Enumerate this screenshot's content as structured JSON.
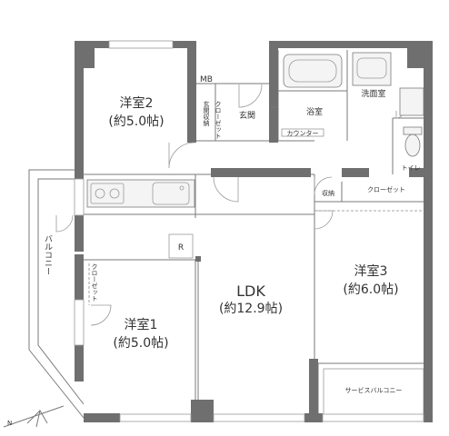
{
  "rooms": {
    "western2": {
      "name": "洋室2",
      "area": "(約5.0帖)"
    },
    "western1": {
      "name": "洋室1",
      "area": "(約5.0帖)"
    },
    "western3": {
      "name": "洋室3",
      "area": "(約6.0帖)"
    },
    "ldk": {
      "name": "LDK",
      "area": "(約12.9帖)"
    },
    "entrance": {
      "name": "玄関"
    },
    "bath": {
      "name": "浴室"
    },
    "washroom": {
      "name": "洗面室"
    },
    "toilet": {
      "name": "トイレ"
    }
  },
  "labels": {
    "mb": "MB",
    "closet_w2": "クローゼット",
    "shoe_storage": "玄関収納",
    "counter": "カウンター",
    "storage": "収納",
    "closet_w3": "クローゼット",
    "closet_w1": "クローゼット",
    "balcony": "バルコニー",
    "service_balcony": "サービスバルコニー",
    "refrigerator": "R",
    "north": "N"
  },
  "colors": {
    "wall": "#6f6f6f",
    "text": "#333333",
    "line": "#7a7a7a"
  }
}
